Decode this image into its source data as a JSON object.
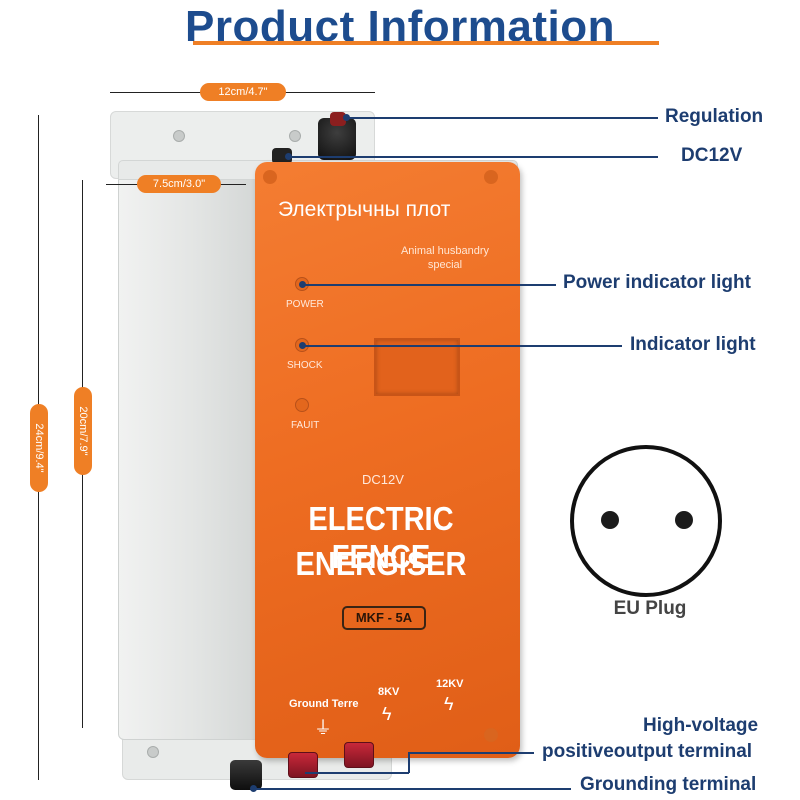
{
  "title": "Product Information",
  "dimensions": {
    "width_top": "12cm/4.7\"",
    "depth": "7.5cm/3.0\"",
    "height_total": "24cm/9.4\"",
    "height_box": "20cm/7.9\""
  },
  "panel": {
    "brand_title": "Электрычны плот",
    "subtitle": "Animal husbandry special",
    "led_power": "POWER",
    "led_shock": "SHOCK",
    "led_fault": "FAUIT",
    "voltage": "DC12V",
    "product_line1": "ELECTRIC FENCE",
    "product_line2": "ENERGISER",
    "model": "MKF - 5A",
    "terminal_ground": "Ground Terre",
    "terminal_8kv": "8KV",
    "terminal_12kv": "12KV"
  },
  "callouts": {
    "regulation": "Regulation",
    "dc12v": "DC12V",
    "power_indicator": "Power indicator light",
    "indicator": "Indicator light",
    "high_voltage_line1": "High-voltage",
    "high_voltage_line2": "positiveoutput terminal",
    "grounding": "Grounding terminal"
  },
  "plug": {
    "label": "EU Plug"
  },
  "colors": {
    "accent_orange": "#ef7f25",
    "title_blue": "#1d4c8e",
    "callout_navy": "#1d3d70",
    "panel_orange": "#ee6d22"
  }
}
